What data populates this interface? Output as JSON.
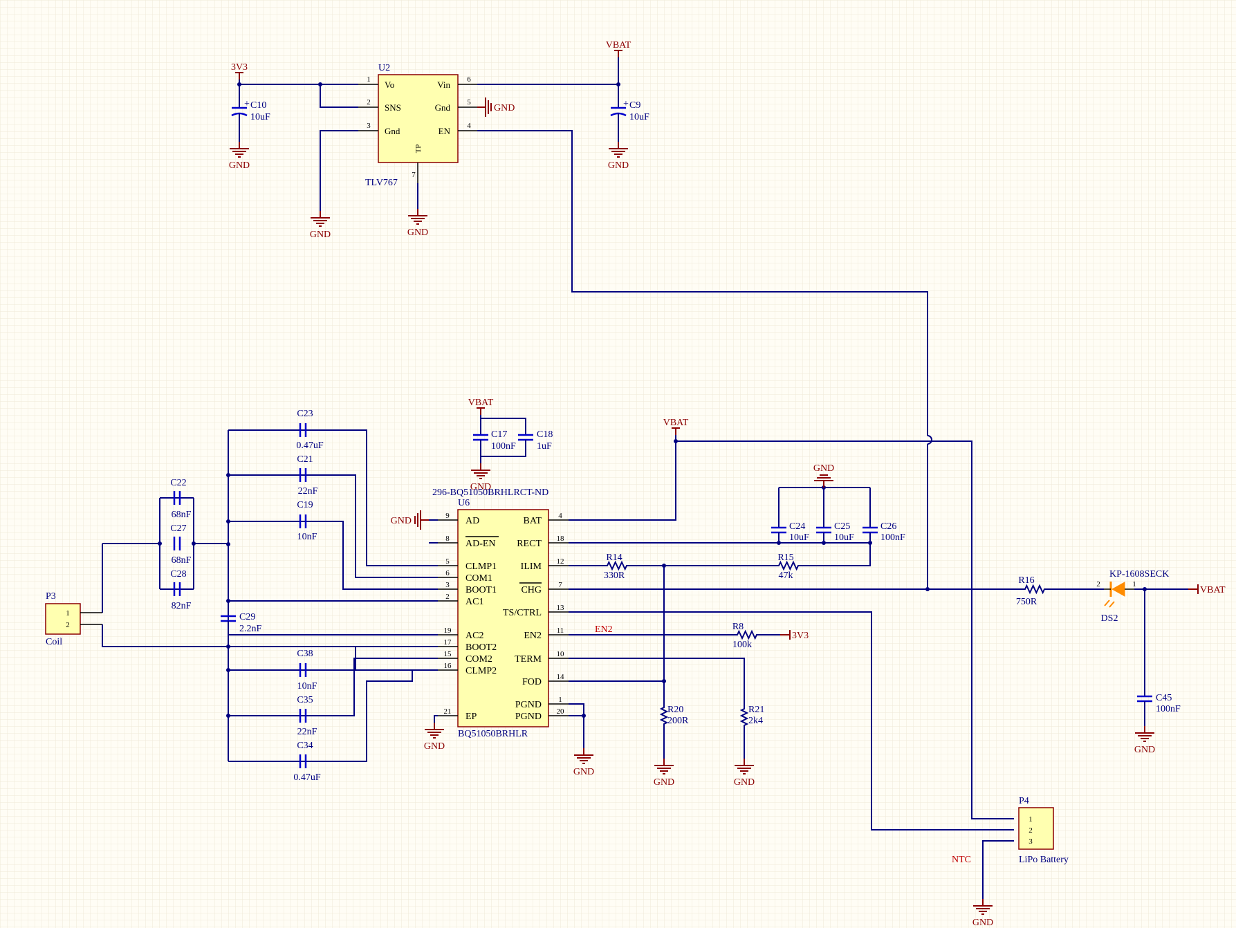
{
  "power_labels": {
    "v3v3": "3V3",
    "vbat": "VBAT",
    "gnd": "GND"
  },
  "nets": {
    "en2": "EN2",
    "ntc": "NTC"
  },
  "u2": {
    "ref": "U2",
    "value": "TLV767",
    "pins_left": [
      {
        "num": "1",
        "name": "Vo"
      },
      {
        "num": "2",
        "name": "SNS"
      },
      {
        "num": "3",
        "name": "Gnd"
      }
    ],
    "pins_right": [
      {
        "num": "6",
        "name": "Vin"
      },
      {
        "num": "5",
        "name": "Gnd"
      },
      {
        "num": "4",
        "name": "EN"
      }
    ],
    "pin_bottom": {
      "num": "7",
      "name": "TP"
    }
  },
  "u6": {
    "ref": "U6",
    "part": "296-BQ51050BRHLRCT-ND",
    "value": "BQ51050BRHLR",
    "pins_left": [
      {
        "num": "9",
        "name": "AD"
      },
      {
        "num": "8",
        "name": "AD-EN"
      },
      {
        "num": "5",
        "name": "CLMP1"
      },
      {
        "num": "6",
        "name": "COM1"
      },
      {
        "num": "3",
        "name": "BOOT1"
      },
      {
        "num": "2",
        "name": "AC1"
      },
      {
        "num": "19",
        "name": "AC2"
      },
      {
        "num": "17",
        "name": "BOOT2"
      },
      {
        "num": "15",
        "name": "COM2"
      },
      {
        "num": "16",
        "name": "CLMP2"
      },
      {
        "num": "21",
        "name": "EP"
      }
    ],
    "pins_right": [
      {
        "num": "4",
        "name": "BAT"
      },
      {
        "num": "18",
        "name": "RECT"
      },
      {
        "num": "12",
        "name": "ILIM"
      },
      {
        "num": "7",
        "name": "CHG"
      },
      {
        "num": "13",
        "name": "TS/CTRL"
      },
      {
        "num": "11",
        "name": "EN2"
      },
      {
        "num": "10",
        "name": "TERM"
      },
      {
        "num": "14",
        "name": "FOD"
      },
      {
        "num": "1",
        "name": "PGND"
      },
      {
        "num": "20",
        "name": "PGND"
      }
    ]
  },
  "capacitors": [
    {
      "ref": "C10",
      "value": "10uF"
    },
    {
      "ref": "C9",
      "value": "10uF"
    },
    {
      "ref": "C17",
      "value": "100nF"
    },
    {
      "ref": "C18",
      "value": "1uF"
    },
    {
      "ref": "C23",
      "value": "0.47uF"
    },
    {
      "ref": "C21",
      "value": "22nF"
    },
    {
      "ref": "C19",
      "value": "10nF"
    },
    {
      "ref": "C22",
      "value": "68nF"
    },
    {
      "ref": "C27",
      "value": "68nF"
    },
    {
      "ref": "C28",
      "value": "82nF"
    },
    {
      "ref": "C29",
      "value": "2.2nF"
    },
    {
      "ref": "C38",
      "value": "10nF"
    },
    {
      "ref": "C35",
      "value": "22nF"
    },
    {
      "ref": "C34",
      "value": "0.47uF"
    },
    {
      "ref": "C24",
      "value": "10uF"
    },
    {
      "ref": "C25",
      "value": "10uF"
    },
    {
      "ref": "C26",
      "value": "100nF"
    },
    {
      "ref": "C45",
      "value": "100nF"
    }
  ],
  "resistors": [
    {
      "ref": "R14",
      "value": "330R"
    },
    {
      "ref": "R15",
      "value": "47k"
    },
    {
      "ref": "R8",
      "value": "100k"
    },
    {
      "ref": "R20",
      "value": "200R"
    },
    {
      "ref": "R21",
      "value": "2k4"
    },
    {
      "ref": "R16",
      "value": "750R"
    }
  ],
  "led": {
    "ref": "DS2",
    "value": "KP-1608SECK",
    "pin_a": "2",
    "pin_k": "1"
  },
  "connectors": {
    "p3": {
      "ref": "P3",
      "value": "Coil",
      "pins": [
        "1",
        "2"
      ]
    },
    "p4": {
      "ref": "P4",
      "value": "LiPo Battery",
      "pins": [
        "1",
        "2",
        "3"
      ]
    }
  },
  "colors": {
    "wire": "#000080",
    "power": "#8b0000",
    "component_body": "#ffffb0",
    "capacitor": "#0000cc",
    "led": "#ff8c00"
  }
}
